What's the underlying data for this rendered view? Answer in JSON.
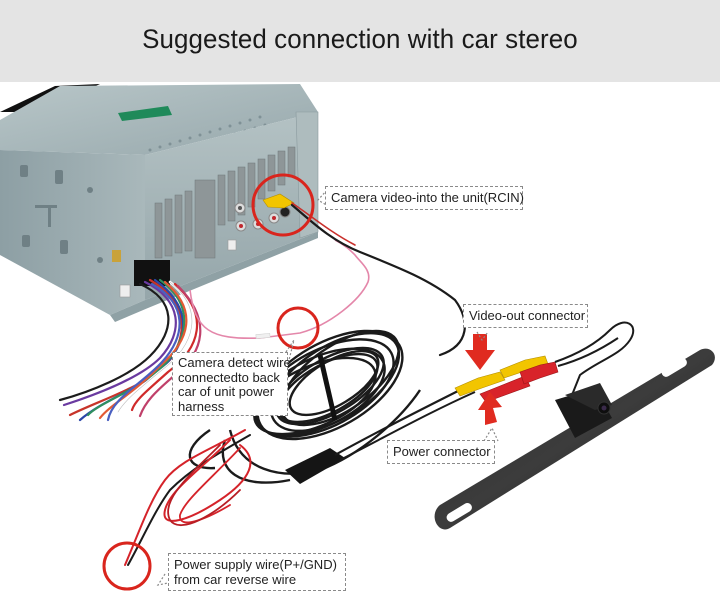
{
  "header": {
    "title": "Suggested connection with car stereo"
  },
  "colors": {
    "header_bg": "#e4e4e4",
    "highlight_circle": "#d9251d",
    "arrow": "#e02b20",
    "rca_yellow": "#f2c500",
    "rca_red": "#d8232a",
    "unit_metal": "#9fb0b4",
    "cable_black": "#1b1b1b"
  },
  "callouts": {
    "video_in": {
      "label": "Camera video-into the unit(RCIN)"
    },
    "detect_wire": {
      "lines": [
        "Camera detect wire",
        "connectedto back",
        "car of unit power",
        "harness"
      ]
    },
    "video_out": {
      "label": "Video-out connector"
    },
    "power_connector": {
      "label": "Power connector"
    },
    "power_supply": {
      "lines": [
        "Power supply wire(P+/GND)",
        "from car reverse wire"
      ]
    }
  },
  "components": [
    {
      "id": "head-unit",
      "label": "Car stereo head unit (rear view)"
    },
    {
      "id": "rca-input",
      "label": "RCA video input"
    },
    {
      "id": "wiring-harness",
      "label": "Power wiring harness"
    },
    {
      "id": "cable-bundle",
      "label": "Extension cable coil"
    },
    {
      "id": "rca-connectors",
      "label": "Yellow/Red RCA connectors"
    },
    {
      "id": "license-plate-camera",
      "label": "License plate backup camera"
    }
  ]
}
